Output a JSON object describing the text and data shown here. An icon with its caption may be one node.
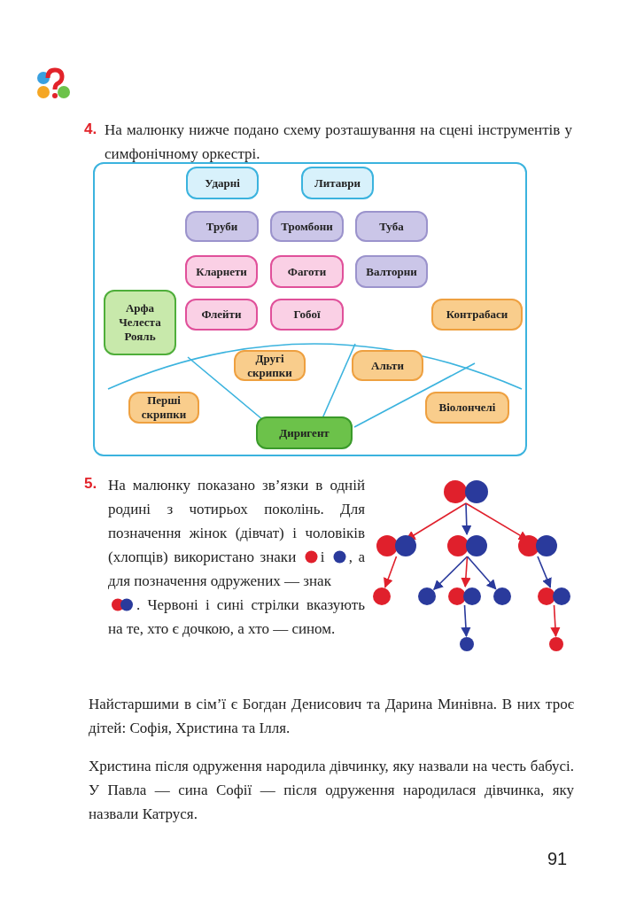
{
  "diagram": {
    "nodes": [
      {
        "text": [],
        "shape": "box"
      },
      {
        "text": [
          "Ударні"
        ],
        "in": 0
      },
      {
        "text": [
          "Литаври"
        ],
        "in": 0
      },
      {
        "text": [
          "Труби"
        ],
        "in": 0
      },
      {
        "text": [
          "Тромбони"
        ],
        "in": 0
      },
      {
        "text": [
          "Туба"
        ],
        "in": 0
      },
      {
        "text": [
          "Кларнети"
        ],
        "in": 0
      },
      {
        "text": [
          "Фаготи"
        ],
        "in": 0
      },
      {
        "text": [
          "Валторни"
        ],
        "in": 0
      },
      {
        "text": [
          "Арфа Челеста Рояль"
        ],
        "in": 0
      },
      {
        "text": [
          "Флейти"
        ],
        "in": 0
      },
      {
        "text": [
          "Гобої"
        ],
        "in": 0
      },
      {
        "text": [
          "Контрабаси"
        ],
        "in": 0
      },
      {
        "text": [
          "Другі скрипки"
        ],
        "in": 0
      },
      {
        "text": [
          "Альти"
        ],
        "in": 0
      },
      {
        "text": [
          "Перші скрипки"
        ],
        "in": 0
      },
      {
        "text": [
          "Віолончелі"
        ],
        "in": 0
      },
      {
        "text": [
          "Диригент"
        ],
        "in": 0
      },
      {
        "text": [],
        "shape": "circles"
      },
      {
        "text": [],
        "shape": "circles"
      },
      {
        "text": [],
        "shape": "circles"
      },
      {
        "text": [],
        "shape": "circles"
      },
      {
        "text": [],
        "shape": "circle"
      },
      {
        "text": [],
        "shape": "circle"
      },
      {
        "text": [],
        "shape": "circles"
      },
      {
        "text": [],
        "shape": "circle"
      },
      {
        "text": [],
        "shape": "circles"
      },
      {
        "text": [],
        "shape": "circle"
      },
      {
        "text": [],
        "shape": "circle"
      }
    ],
    "edges": [
      {
        "from": 18,
        "to": 19,
        "arrow": "to",
        "color": "#e0202c"
      },
      {
        "from": 18,
        "to": 20,
        "arrow": "to",
        "color": "#2a3a9c"
      },
      {
        "from": 18,
        "to": 21,
        "arrow": "to",
        "color": "#e0202c"
      },
      {
        "from": 19,
        "to": 22,
        "arrow": "to",
        "color": "#e0202c"
      },
      {
        "from": 20,
        "to": 23,
        "arrow": "to",
        "color": "#2a3a9c"
      },
      {
        "from": 20,
        "to": 24,
        "arrow": "to",
        "color": "#e0202c"
      },
      {
        "from": 20,
        "to": 25,
        "arrow": "to",
        "color": "#2a3a9c"
      },
      {
        "from": 21,
        "to": 26,
        "arrow": "to",
        "color": "#2a3a9c"
      },
      {
        "from": 24,
        "to": 27,
        "arrow": "to",
        "color": "#2a3a9c"
      },
      {
        "from": 26,
        "to": 28,
        "arrow": "to",
        "color": "#e0202c"
      }
    ],
    "labels": [
      "4.",
      "На малюнку нижче подано схему розташування на сцені інструментів у симфонічному оркестрі.",
      "5.",
      "На малюнку показано зв’язки в одній родині з чотирьох поколінь. Для позначення жінок (дівчат) і чоловіків (хлопців) використано знаки",
      "і",
      ", а для позначення одружених — знак",
      ". Червоні і сині стрілки вказують на те, хто є дочкою, а хто — сином.",
      "Найстаршими в сім’ї є Богдан Денисович та Дарина Минівна. В них троє дітей: Софія, Христина та Ілля.",
      "Христина після одруження народила дівчинку, яку назвали на честь бабусі. У Павла — сина Софії — після одруження народилася дівчинка, яку назвали Катруся.",
      "91"
    ]
  }
}
